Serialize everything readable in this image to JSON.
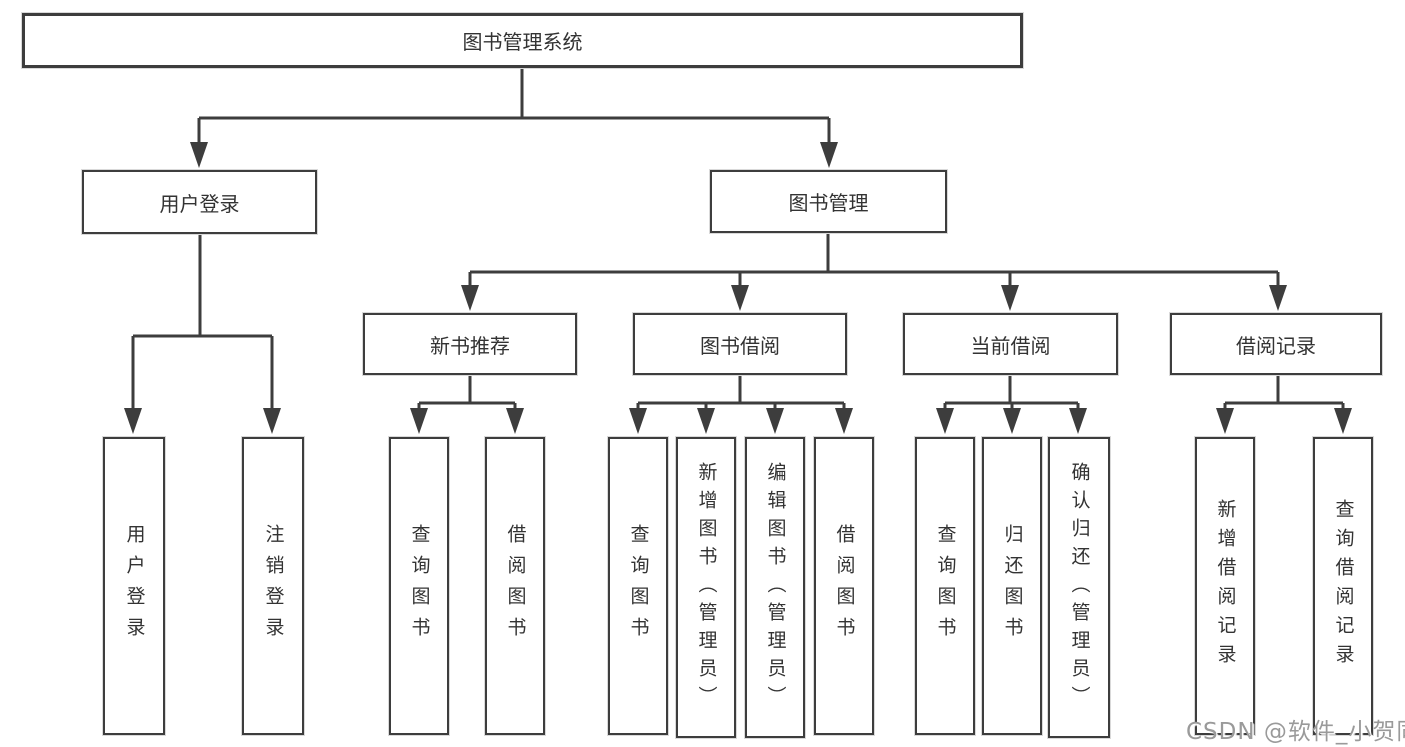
{
  "tree": {
    "root": {
      "label": "图书管理系统",
      "children": [
        {
          "label": "用户登录",
          "children": [
            {
              "label": "用户登录"
            },
            {
              "label": "注销登录"
            }
          ]
        },
        {
          "label": "图书管理",
          "children": [
            {
              "label": "新书推荐",
              "children": [
                {
                  "label": "查询图书"
                },
                {
                  "label": "借阅图书"
                }
              ]
            },
            {
              "label": "图书借阅",
              "children": [
                {
                  "label": "查询图书"
                },
                {
                  "label": "新增图书（管理员）"
                },
                {
                  "label": "编辑图书（管理员）"
                },
                {
                  "label": "借阅图书"
                }
              ]
            },
            {
              "label": "当前借阅",
              "children": [
                {
                  "label": "查询图书"
                },
                {
                  "label": "归还图书"
                },
                {
                  "label": "确认归还（管理员）"
                }
              ]
            },
            {
              "label": "借阅记录",
              "children": [
                {
                  "label": "新增借阅记录"
                },
                {
                  "label": "查询借阅记录"
                }
              ]
            }
          ]
        }
      ]
    }
  },
  "watermark": "CSDN @软件_小贺同学",
  "colors": {
    "line": "#3d3d3d",
    "box_border": "#3d3d3d",
    "text": "#333333",
    "background": "#ffffff",
    "watermark": "#9a9a9a"
  }
}
